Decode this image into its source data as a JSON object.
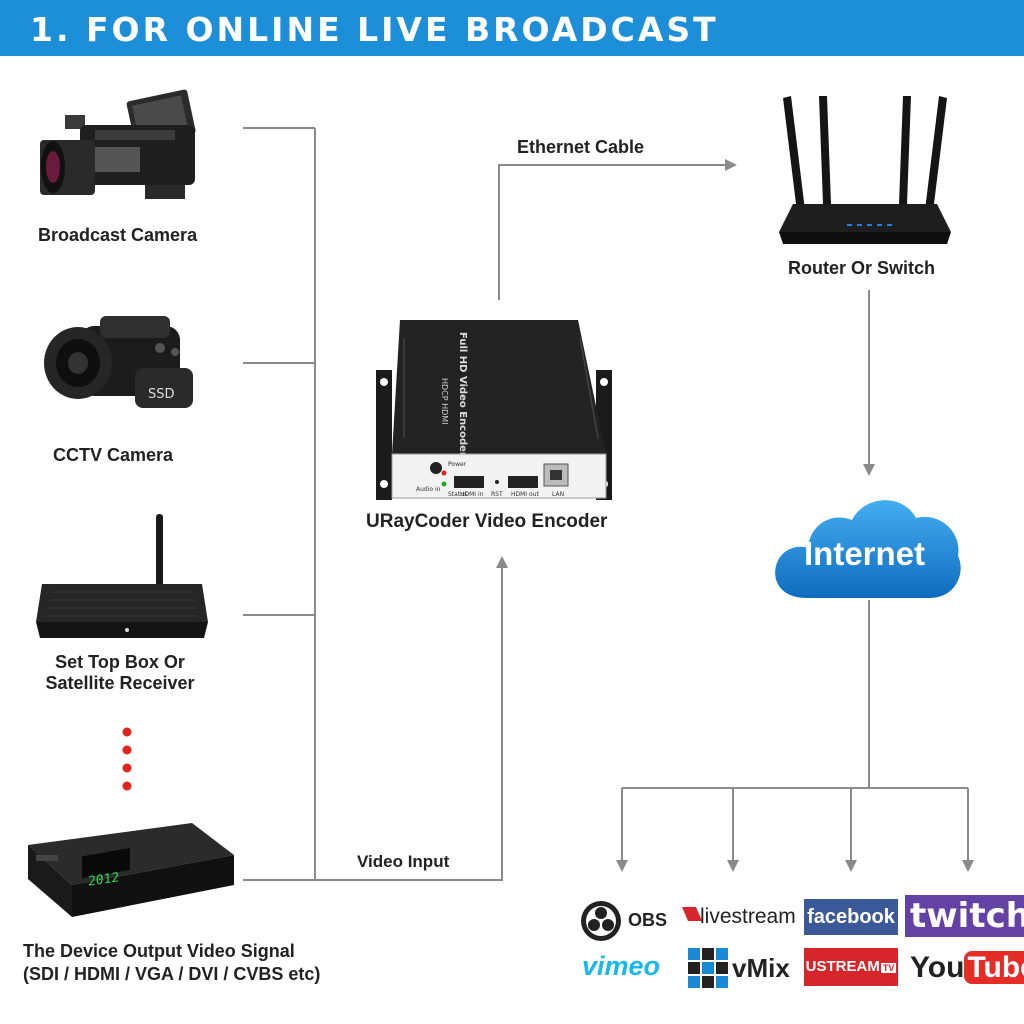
{
  "header": {
    "title": "1. FOR ONLINE LIVE BROADCAST",
    "color": "#1d8fd9"
  },
  "sources": [
    {
      "label": "Broadcast Camera",
      "icon": "broadcast-camera-icon"
    },
    {
      "label": "CCTV Camera",
      "icon": "camcorder-icon"
    },
    {
      "label_line1": "Set Top Box Or",
      "label_line2": "Satellite Receiver",
      "icon": "set-top-box-icon"
    },
    {
      "label_line1": "The Device Output Video Signal",
      "label_line2": "(SDI / HDMI / VGA / DVI / CVBS etc)",
      "icon": "receiver-icon"
    }
  ],
  "encoder": {
    "label": "URayCoder Video Encoder",
    "top_text": "Full HD Video Encoder",
    "side_text": "HDCP HDMI",
    "port_labels": {
      "audio": "Audio in",
      "power": "Power",
      "status": "Status",
      "hdmi_in": "HDMI in",
      "rst": "RST",
      "hdmi_out": "HDMI out",
      "lan": "LAN"
    }
  },
  "connections": {
    "ethernet": "Ethernet Cable",
    "video_input": "Video Input"
  },
  "router": {
    "label": "Router Or Switch"
  },
  "cloud": {
    "label": "Internet",
    "color": "#1a8ad6"
  },
  "platforms": {
    "obs": "OBS",
    "livestream": "livestream",
    "facebook": "facebook",
    "twitch": "twitch",
    "vimeo": "vimeo",
    "vmix": "vMix",
    "ustream": "USTREAM",
    "ustream_tv": "TV",
    "youtube_you": "You",
    "youtube_tube": "Tube"
  },
  "colors": {
    "line": "#8a8a8a",
    "dots": "#e0251b",
    "facebook": "#3b5998",
    "twitch": "#6441a5",
    "vimeo": "#1ab7ea",
    "ustream": "#d7262b",
    "youtube": "#e52d27"
  }
}
